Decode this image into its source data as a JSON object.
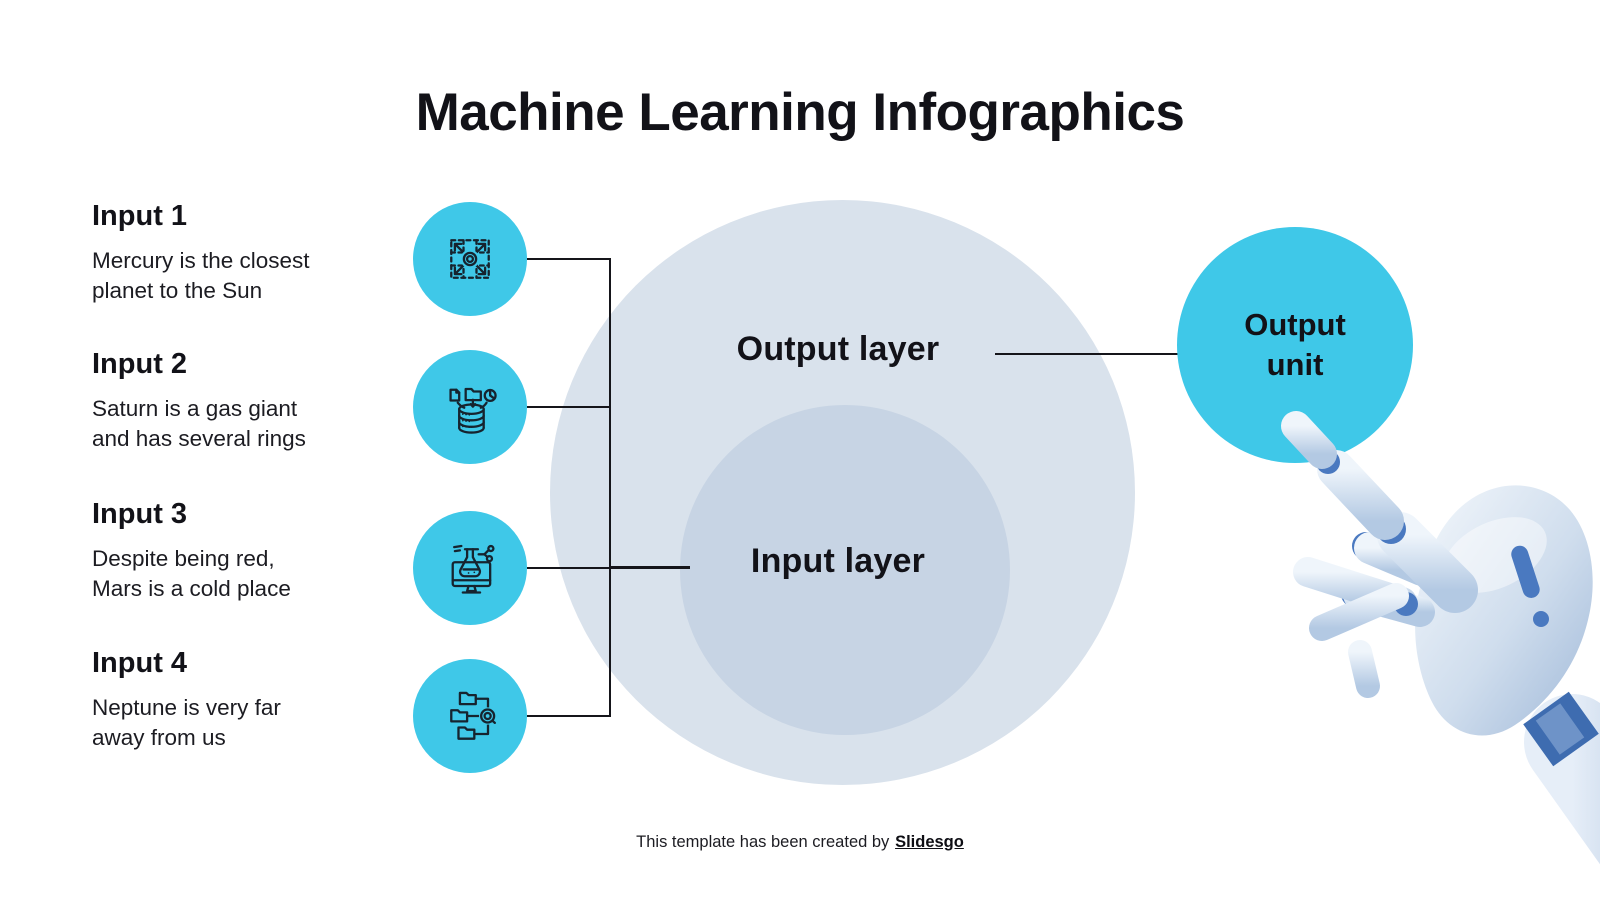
{
  "slide": {
    "title": "Machine Learning Infographics",
    "footer_text": "This template has been created by",
    "footer_brand": "Slidesgo"
  },
  "inputs": [
    {
      "label": "Input 1",
      "description": "Mercury is the closest\nplanet to the Sun",
      "icon": "dimension-grid-icon"
    },
    {
      "label": "Input 2",
      "description": "Saturn is a gas giant\nand has several rings",
      "icon": "database-sources-icon"
    },
    {
      "label": "Input 3",
      "description": "Despite being red,\nMars is a cold place",
      "icon": "experiment-monitor-icon"
    },
    {
      "label": "Input 4",
      "description": "Neptune is very far\naway from us",
      "icon": "folder-workflow-icon"
    }
  ],
  "network": {
    "outer_layer_label": "Output layer",
    "inner_layer_label": "Input layer",
    "output_unit_label": "Output\nunit"
  },
  "colors": {
    "accent_cyan": "#3FC8E8",
    "outer_circle": "#D9E2EC",
    "inner_circle": "#C7D4E4",
    "ink": "#121218",
    "line": "#15151a"
  }
}
